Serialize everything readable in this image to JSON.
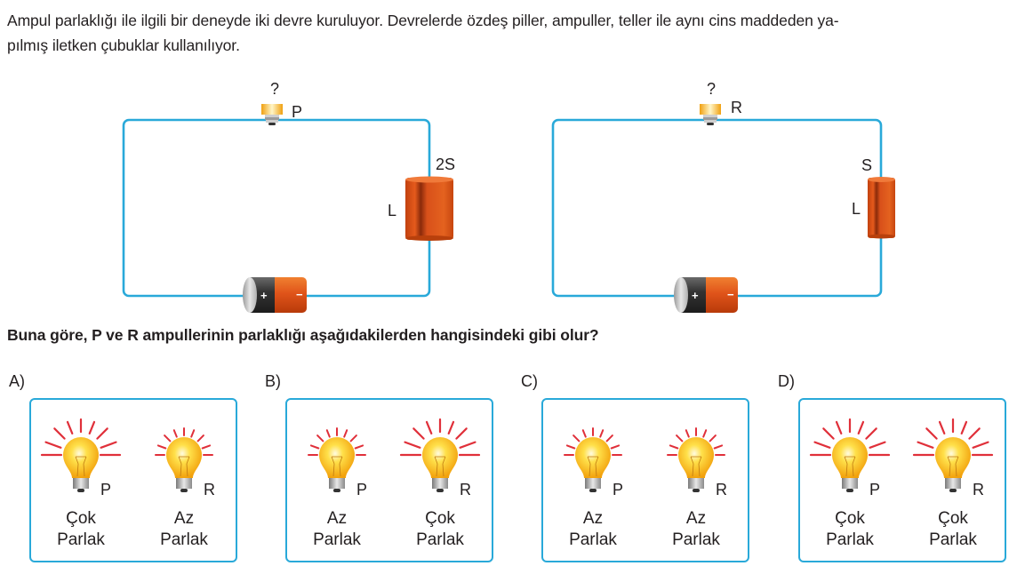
{
  "intro": {
    "line1": "Ampul parlaklığı ile ilgili bir deneyde iki devre kuruluyor. Devrelerde özdeş piller, ampuller, teller ile aynı cins maddeden ya-",
    "line2": "pılmış iletken çubuklar kullanılıyor."
  },
  "circuits": [
    {
      "bulb_label": "P",
      "bulb_question": "?",
      "rod_area_label": "2S",
      "rod_length_label": "L",
      "battery_plus": "+",
      "battery_minus": "−"
    },
    {
      "bulb_label": "R",
      "bulb_question": "?",
      "rod_area_label": "S",
      "rod_length_label": "L",
      "battery_plus": "+",
      "battery_minus": "−"
    }
  ],
  "question": "Buna göre, P ve R ampullerinin parlaklığı aşağıdakilerden hangisindeki gibi olur?",
  "options": [
    {
      "letter": "A)",
      "bulbs": [
        {
          "label": "P",
          "caption_line1": "Çok",
          "caption_line2": "Parlak",
          "brightness": "high"
        },
        {
          "label": "R",
          "caption_line1": "Az",
          "caption_line2": "Parlak",
          "brightness": "low"
        }
      ]
    },
    {
      "letter": "B)",
      "bulbs": [
        {
          "label": "P",
          "caption_line1": "Az",
          "caption_line2": "Parlak",
          "brightness": "low"
        },
        {
          "label": "R",
          "caption_line1": "Çok",
          "caption_line2": "Parlak",
          "brightness": "high"
        }
      ]
    },
    {
      "letter": "C)",
      "bulbs": [
        {
          "label": "P",
          "caption_line1": "Az",
          "caption_line2": "Parlak",
          "brightness": "low"
        },
        {
          "label": "R",
          "caption_line1": "Az",
          "caption_line2": "Parlak",
          "brightness": "low"
        }
      ]
    },
    {
      "letter": "D)",
      "bulbs": [
        {
          "label": "P",
          "caption_line1": "Çok",
          "caption_line2": "Parlak",
          "brightness": "high"
        },
        {
          "label": "R",
          "caption_line1": "Çok",
          "caption_line2": "Parlak",
          "brightness": "high"
        }
      ]
    }
  ],
  "colors": {
    "wire": "#29a9d9",
    "rod": "#d9531e",
    "ray": "#e0303a",
    "bulb_glass": "#f8c21a",
    "battery_orange": "#e8601c",
    "battery_black": "#3a3a3a"
  }
}
